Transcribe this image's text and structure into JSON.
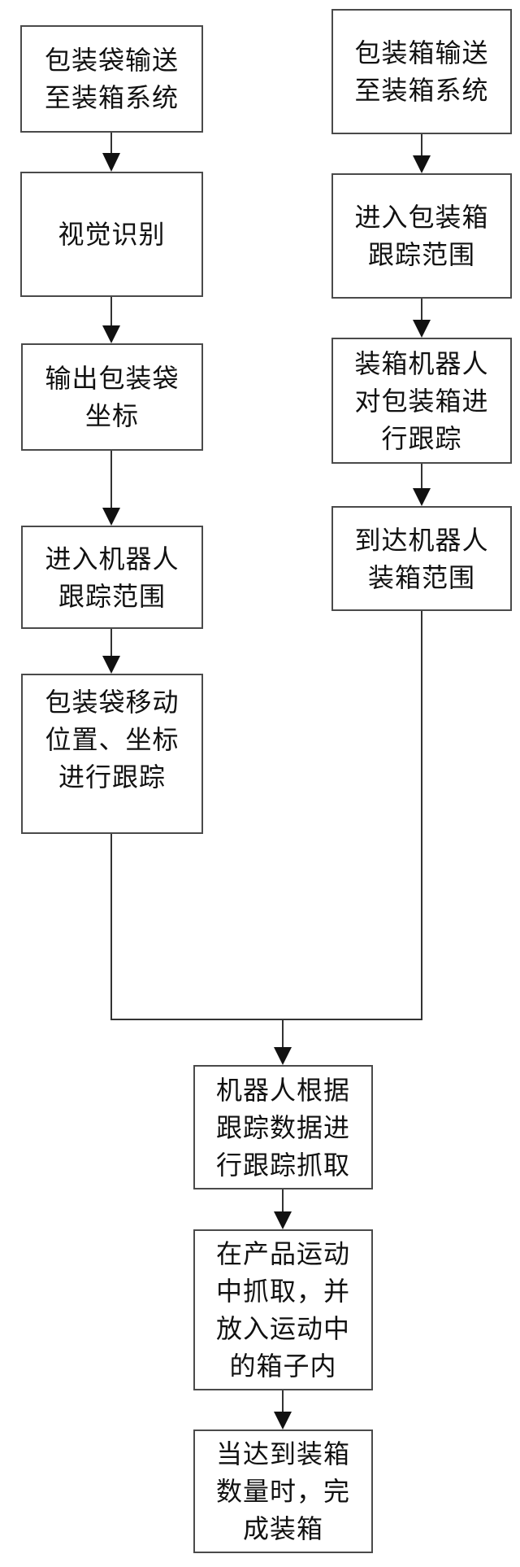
{
  "left_column": {
    "steps": [
      {
        "label": "包装袋输送\n至装箱系统"
      },
      {
        "label": "视觉识别"
      },
      {
        "label": "输出包装袋\n坐标"
      },
      {
        "label": "进入机器人\n跟踪范围"
      },
      {
        "label": "包装袋移动\n位置、坐标\n进行跟踪"
      }
    ]
  },
  "right_column": {
    "steps": [
      {
        "label": "包装箱输送\n至装箱系统"
      },
      {
        "label": "进入包装箱\n跟踪范围"
      },
      {
        "label": "装箱机器人\n对包装箱进\n行跟踪"
      },
      {
        "label": "到达机器人\n装箱范围"
      }
    ]
  },
  "merged": {
    "steps": [
      {
        "label": "机器人根据\n跟踪数据进\n行跟踪抓取"
      },
      {
        "label": "在产品运动\n中抓取，并\n放入运动中\n的箱子内"
      },
      {
        "label": "当达到装箱\n数量时，完\n成装箱"
      }
    ]
  },
  "colors": {
    "line": "#333333",
    "box_border": "#4a4a4a",
    "text": "#111111"
  }
}
